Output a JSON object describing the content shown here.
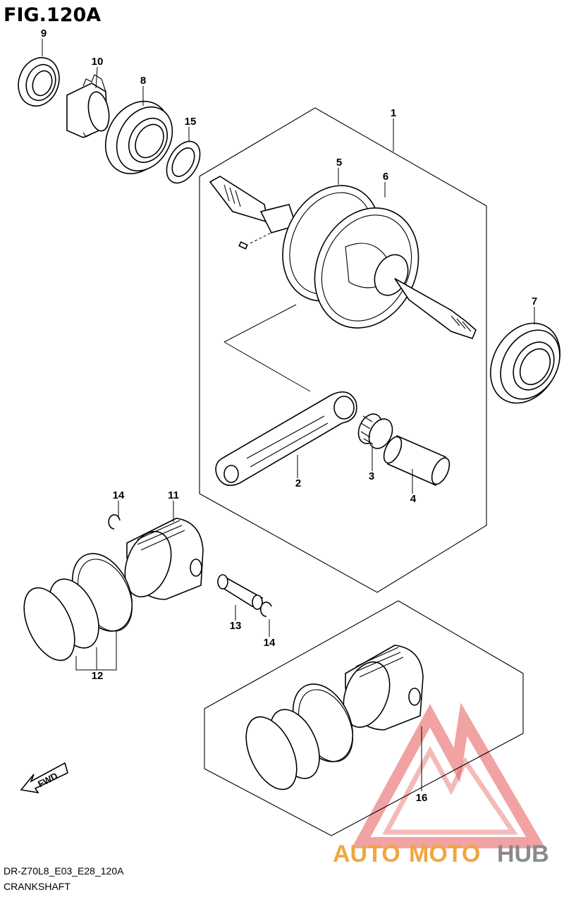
{
  "figure": {
    "title": "FIG.120A",
    "code": "DR-Z70L8_E03_E28_120A",
    "name": "CRANKSHAFT"
  },
  "callouts": {
    "p1": "1",
    "p2": "2",
    "p3": "3",
    "p4": "4",
    "p5": "5",
    "p6": "6",
    "p7": "7",
    "p8": "8",
    "p9": "9",
    "p10": "10",
    "p11": "11",
    "p12": "12",
    "p13": "13",
    "p14a": "14",
    "p14b": "14",
    "p15": "15",
    "p16": "16"
  },
  "fwd_arrow": {
    "label": "FWD"
  },
  "watermark": {
    "word_part1": "AUTO",
    "word_part2": "MOTO",
    "word_part3": "HUB",
    "colors": {
      "orange": "#f0a640",
      "red": "#e24a4a",
      "gray": "#8a8a8a"
    }
  }
}
